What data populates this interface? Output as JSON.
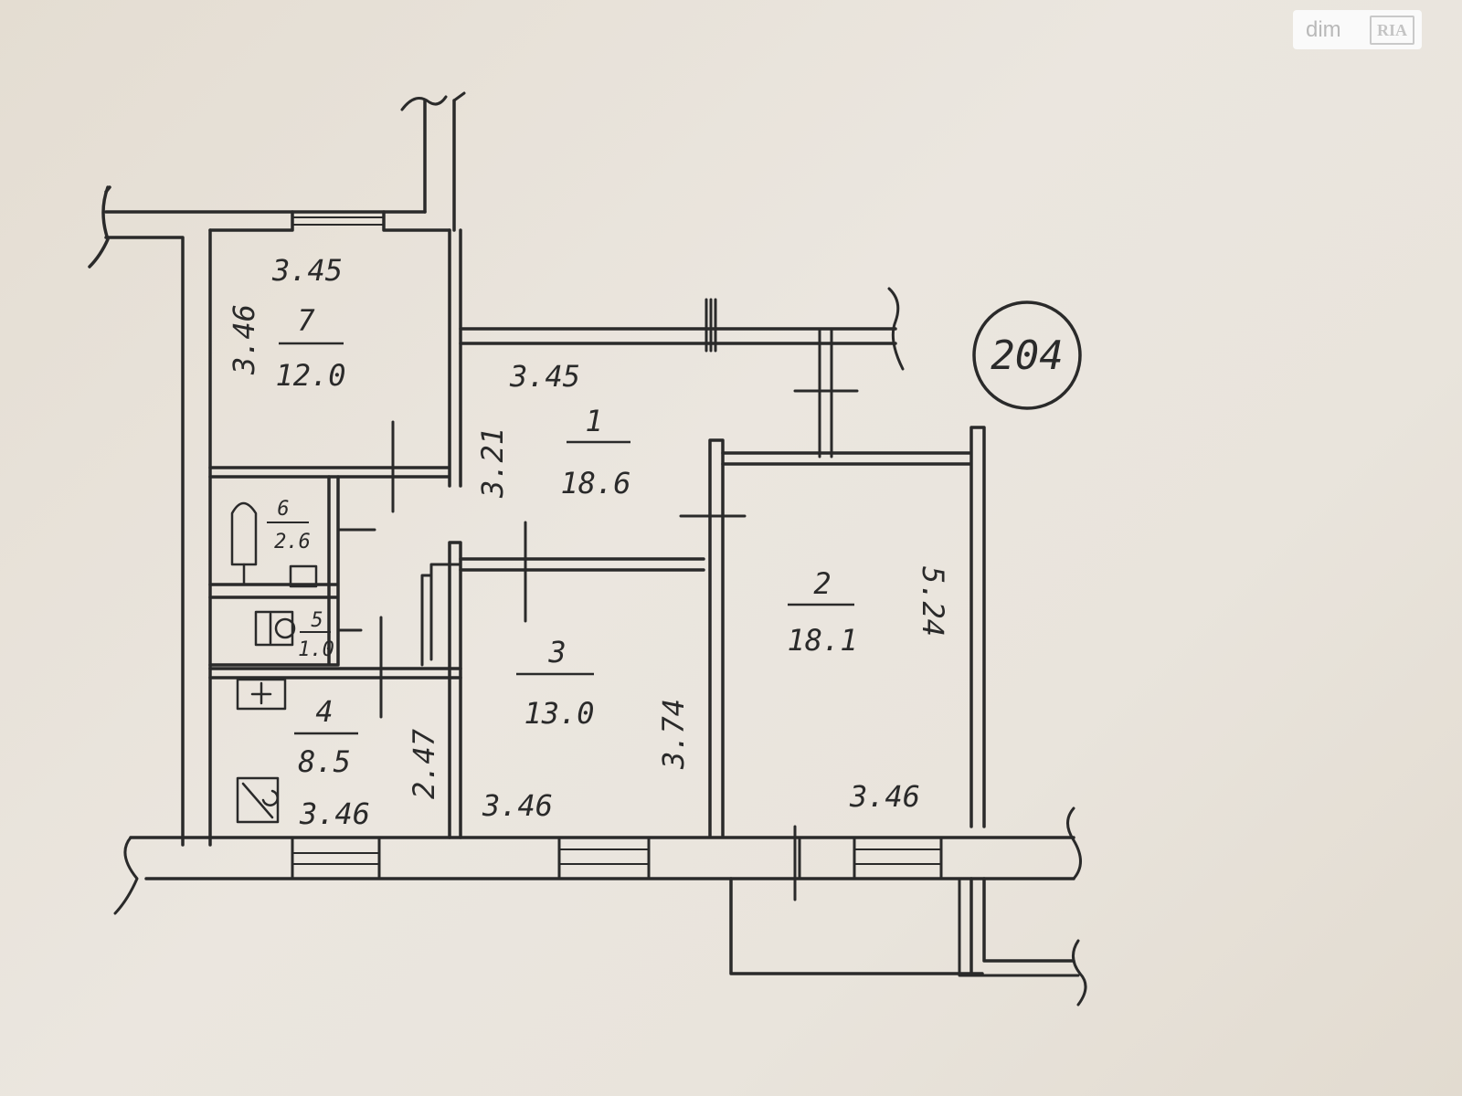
{
  "watermark": {
    "text": "dim",
    "badge": "RIA"
  },
  "apartment_number": "204",
  "rooms": [
    {
      "id": "room-1",
      "number": "1",
      "area": "18.6"
    },
    {
      "id": "room-2",
      "number": "2",
      "area": "18.1"
    },
    {
      "id": "room-3",
      "number": "3",
      "area": "13.0"
    },
    {
      "id": "room-4",
      "number": "4",
      "area": "8.5"
    },
    {
      "id": "room-5",
      "number": "5",
      "area": "1.0"
    },
    {
      "id": "room-6",
      "number": "6",
      "area": "2.6"
    },
    {
      "id": "room-7",
      "number": "7",
      "area": "12.0"
    }
  ],
  "dimensions": {
    "room7_width": "3.45",
    "room7_depth": "3.46",
    "room1_width": "3.45",
    "room1_depth": "3.21",
    "room2_depth": "5.24",
    "room2_width": "3.46",
    "room3_depth": "3.74",
    "room3_width": "3.46",
    "room4_depth": "2.47",
    "room4_width": "3.46"
  },
  "colors": {
    "paper": "#e9e4dc",
    "ink": "#2a2a2a"
  }
}
